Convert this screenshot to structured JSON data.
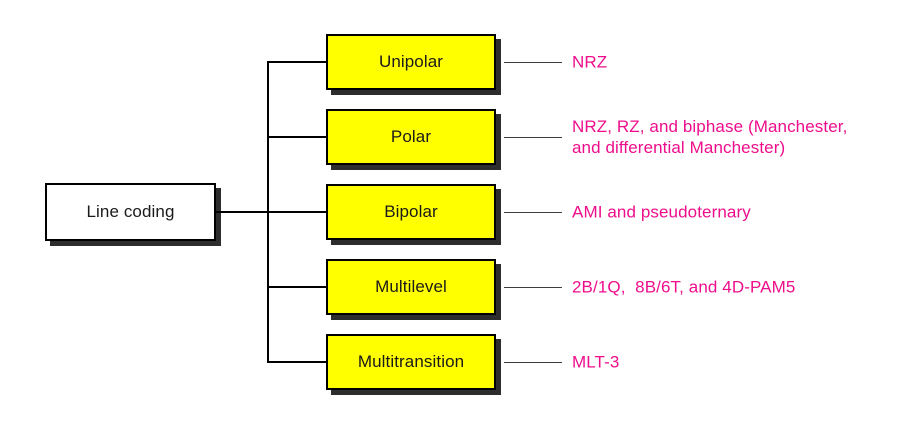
{
  "diagram": {
    "title_semantic": "Line coding schemes tree",
    "root": {
      "label": "Line coding"
    },
    "branches": [
      {
        "label": "Unipolar",
        "schemes": "NRZ"
      },
      {
        "label": "Polar",
        "schemes": "NRZ, RZ, and biphase (Manchester,\nand differential Manchester)"
      },
      {
        "label": "Bipolar",
        "schemes": "AMI and pseudoternary"
      },
      {
        "label": "Multilevel",
        "schemes": "2B/1Q,  8B/6T, and 4D-PAM5"
      },
      {
        "label": "Multitransition",
        "schemes": "MLT-3"
      }
    ],
    "colors": {
      "page_bg": "#ffffff",
      "root_box_fill": "#ffffff",
      "category_box_fill": "#ffff00",
      "box_border": "#000000",
      "box_shadow": "#2d2d2d",
      "box_text": "#1a1a1a",
      "connector": "#000000",
      "connector_thin": "#3d3d3d",
      "scheme_text": "#ee0e8c"
    }
  }
}
